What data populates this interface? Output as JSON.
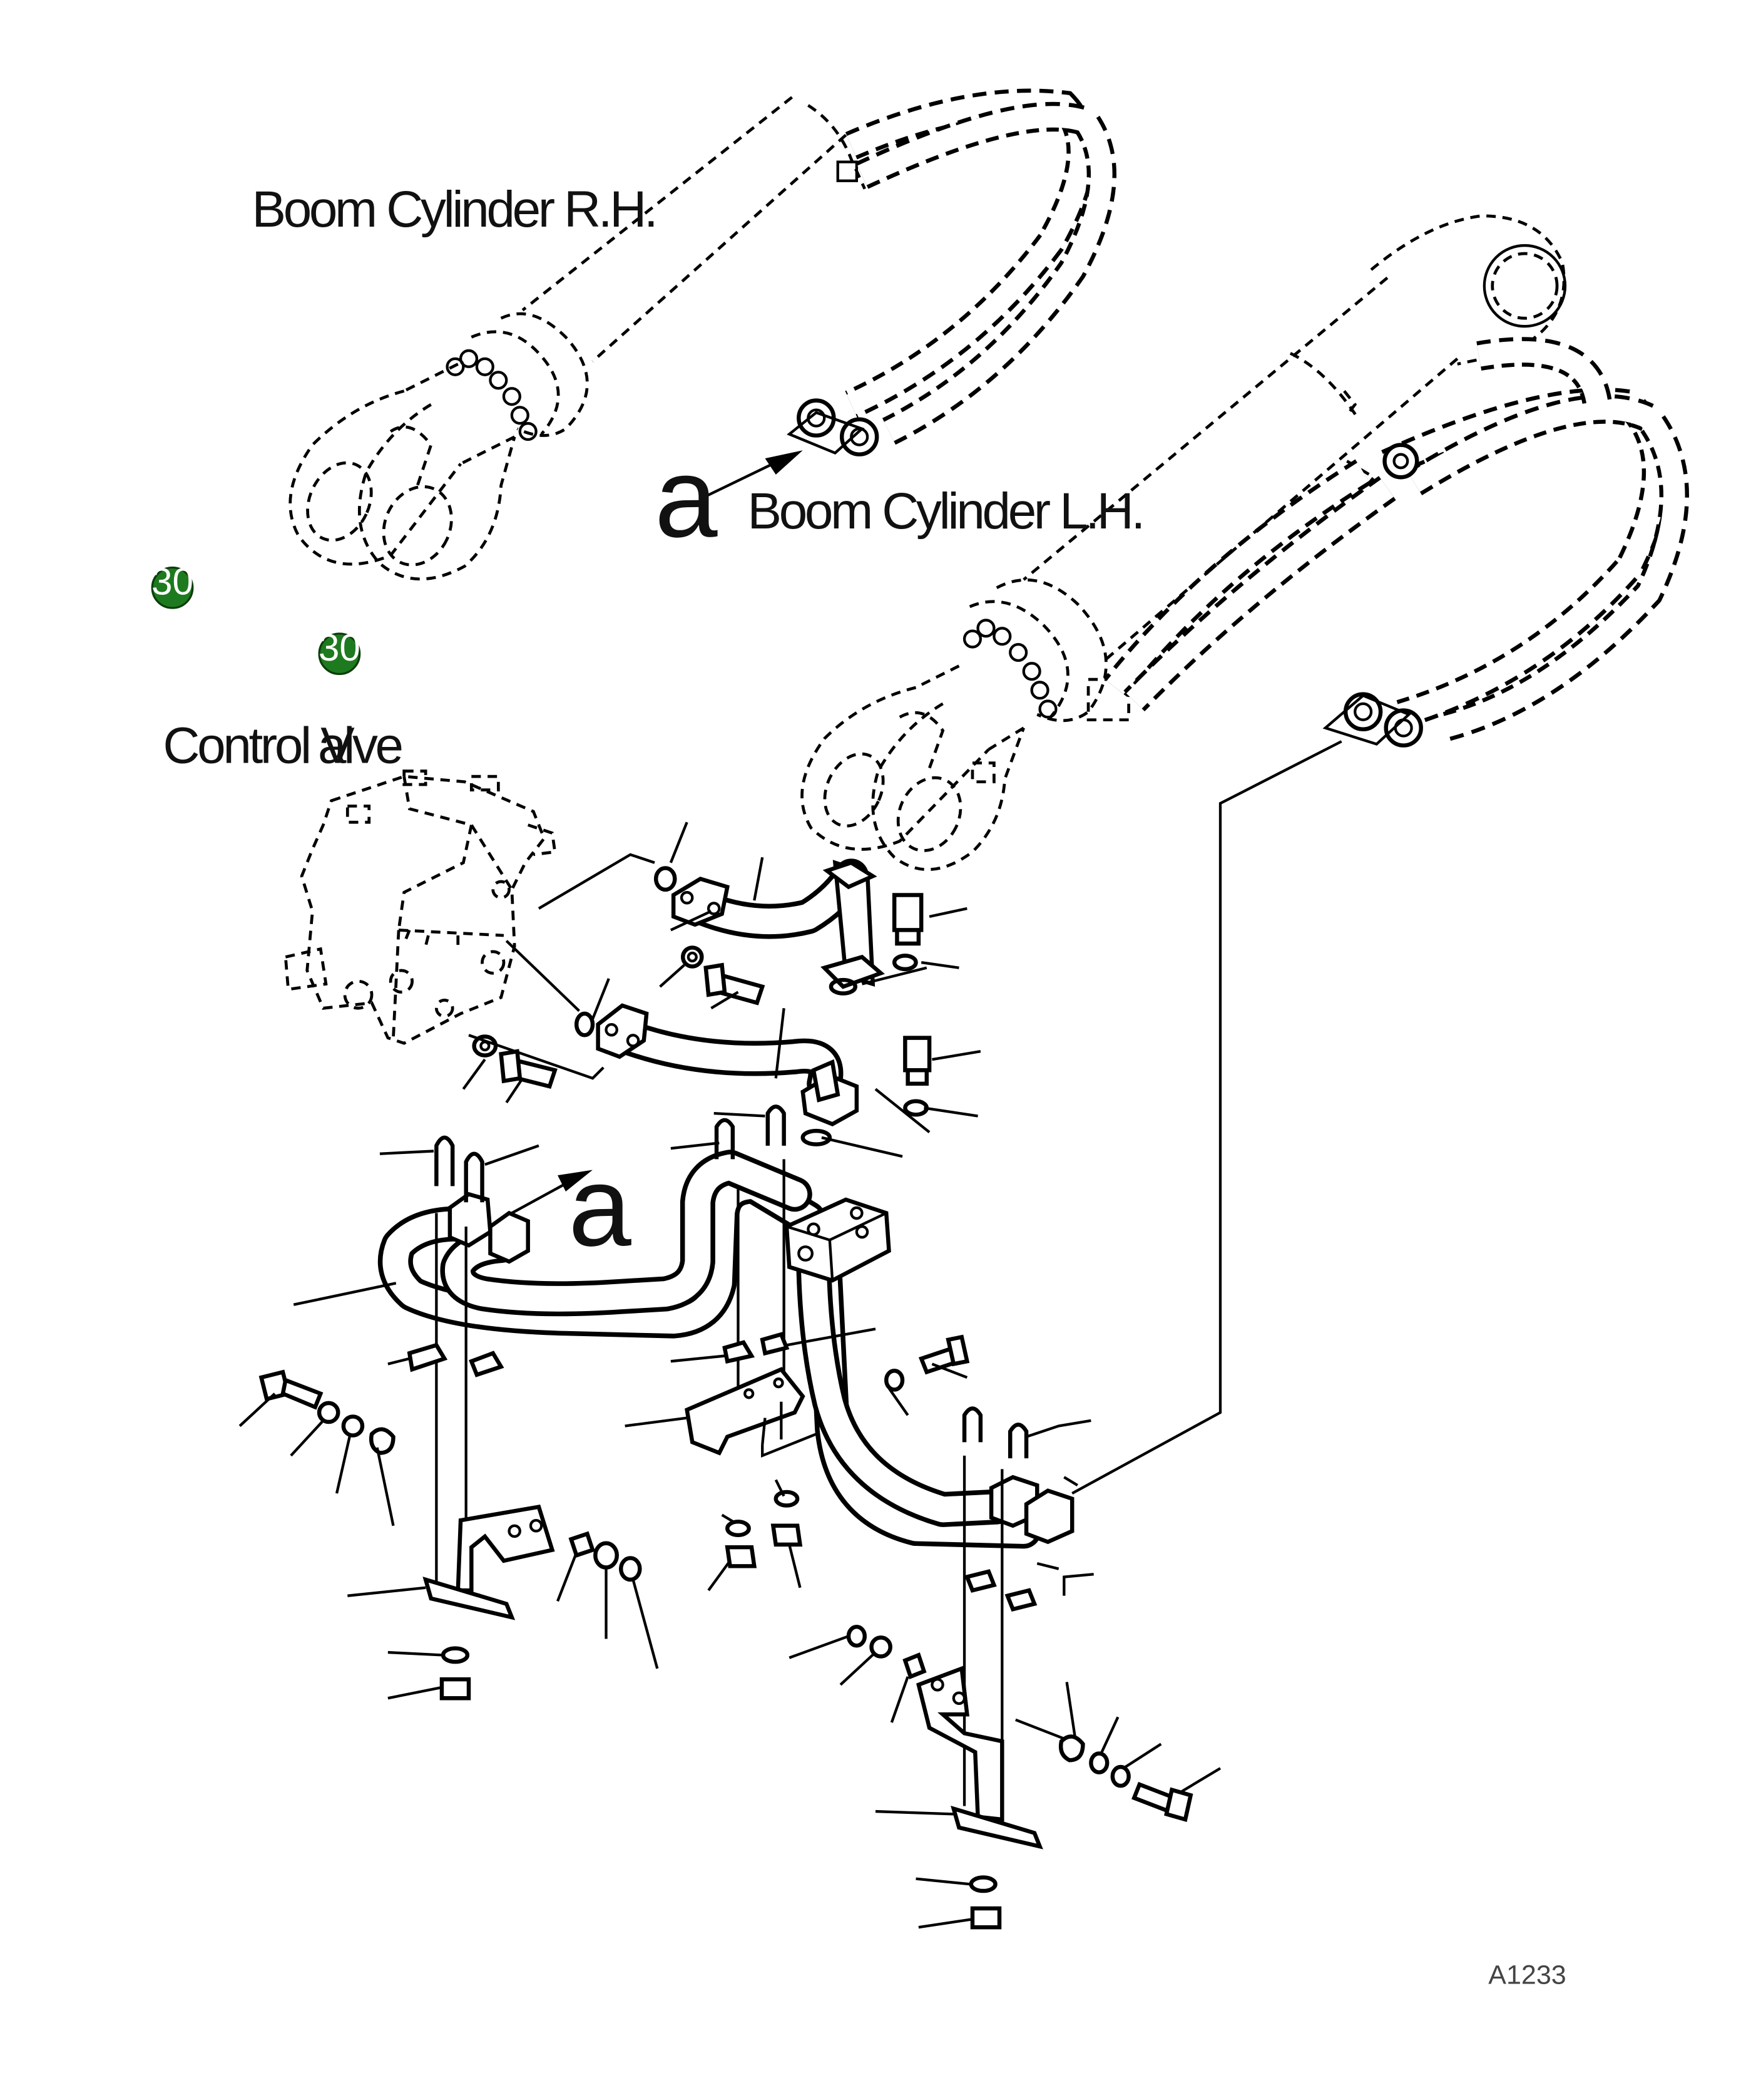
{
  "labels": {
    "boom_cylinder_rh": "Boom Cylinder R.H.",
    "boom_cylinder_lh": "Boom Cylinder L.H.",
    "control_valve_left": "Control V",
    "control_valve_right": "alve",
    "marker_a_top": "a",
    "marker_a_bottom": "a"
  },
  "badges": [
    {
      "text": "30",
      "color": "#1e7a1e"
    },
    {
      "text": "30",
      "color": "#1e7a1e"
    }
  ],
  "drawing_ref": "A1233",
  "colors": {
    "line": "#000000",
    "badge": "#1e7a1e",
    "background": "#ffffff"
  }
}
